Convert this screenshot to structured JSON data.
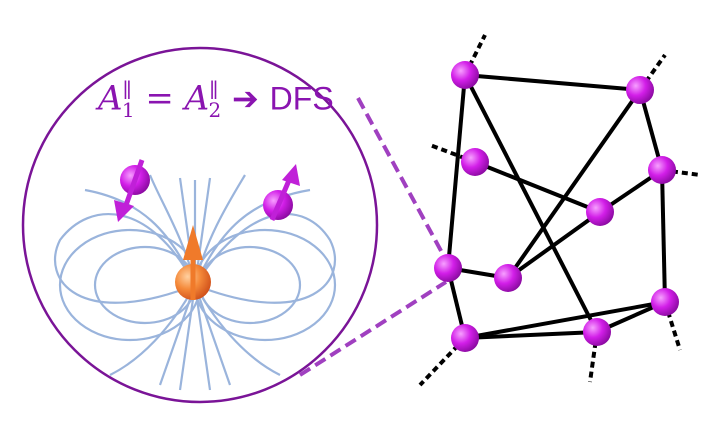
{
  "formula": {
    "lhs_symbol": "A",
    "lhs_superscript": "∥",
    "lhs_subscript": "1",
    "equals": "=",
    "rhs_symbol": "A",
    "rhs_superscript": "∥",
    "rhs_subscript": "2",
    "arrow": "➔",
    "result": "DFS"
  },
  "colors": {
    "circle": "#7a1497",
    "node": "#d21ee8",
    "text": "#8a14b0",
    "field_lines": "#9ab4dc",
    "central_spin": "#f07a2a"
  }
}
